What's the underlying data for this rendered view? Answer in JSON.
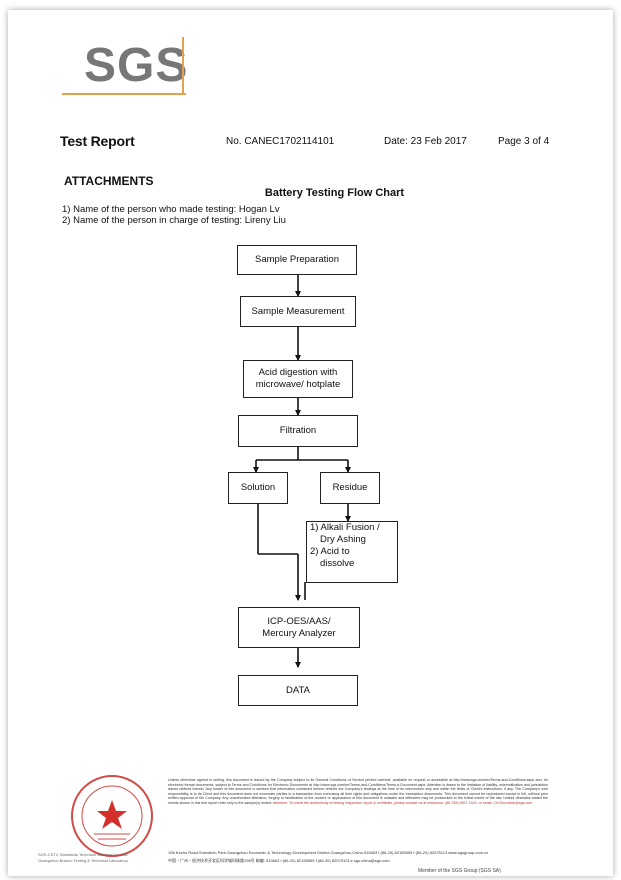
{
  "logo": {
    "text": "SGS"
  },
  "header": {
    "title": "Test Report",
    "number": "No. CANEC1702114101",
    "date": "Date: 23 Feb 2017",
    "page": "Page 3 of 4"
  },
  "section": {
    "attachments": "ATTACHMENTS"
  },
  "chart_title": "Battery Testing Flow Chart",
  "persons": [
    "1) Name of the person who made testing: Hogan Lv",
    "2) Name of the person in charge of testing: Lireny Liu"
  ],
  "flow": {
    "sample_preparation": "Sample Preparation",
    "sample_measurement": "Sample Measurement",
    "acid_digestion_1": "Acid digestion with",
    "acid_digestion_2": "microwave/ hotplate",
    "filtration": "Filtration",
    "solution": "Solution",
    "residue": "Residue",
    "alkali_1": "1) Alkali Fusion /",
    "alkali_2": "Dry Ashing",
    "alkali_3": "2) Acid to",
    "alkali_4": "dissolve",
    "icp_1": "ICP-OES/AAS/",
    "icp_2": "Mercury Analyzer",
    "data": "DATA"
  },
  "footer": {
    "disclaimer": "Unless otherwise agreed in writing, this document is issued by the Company subject to its General Conditions of Service printed overleaf, available on request or accessible at http://www.sgs.com/en/Terms-and-Conditions.aspx and, for electronic format documents, subject to Terms and Conditions for Electronic Documents at http://www.sgs.com/en/Terms-and-Conditions/Terms-e-Document.aspx. Attention is drawn to the limitation of liability, indemnification and jurisdiction issues defined therein. Any holder of this document is advised that information contained hereon reflects the Company's findings at the time of its intervention only and within the limits of Client's instructions, if any. The Company's sole responsibility is to its Client and this document does not exonerate parties to a transaction from exercising all their rights and obligations under the transaction documents. This document cannot be reproduced except in full, without prior written approval of the Company. Any unauthorized alteration, forgery or falsification of the content or appearance of this document is unlawful and offenders may be prosecuted to the fullest extent of the law. Unless otherwise stated the results shown in this test report refer only to the sample(s) tested.",
    "attention": "Attention: To check the authenticity of testing /inspection report & certificate, please contact us at telephone: (86-755) 8307 1443, or email: CN.Doccheck@sgs.com",
    "address_en": "198 Kezhu Road,Scientech Park Guangzhou Economic & Technology Development District,Guangzhou,China  510663  t (86-20) 82155555  f (86-20) 82075113  www.sgsgroup.com.cn",
    "address_cn": "中国・广州・经济技术开发区科学城科珠路198号      邮编: 510663  t (86-20) 82155555  f (86-20) 82075113  e sgs.china@sgs.com",
    "stamp_caption_1": "SGS-CSTC Standards Technical Services Co., Ltd.",
    "stamp_caption_2": "Guangzhou Branch Testing & Technical Laboratory",
    "member": "Member of the SGS Group (SGS SA)"
  }
}
